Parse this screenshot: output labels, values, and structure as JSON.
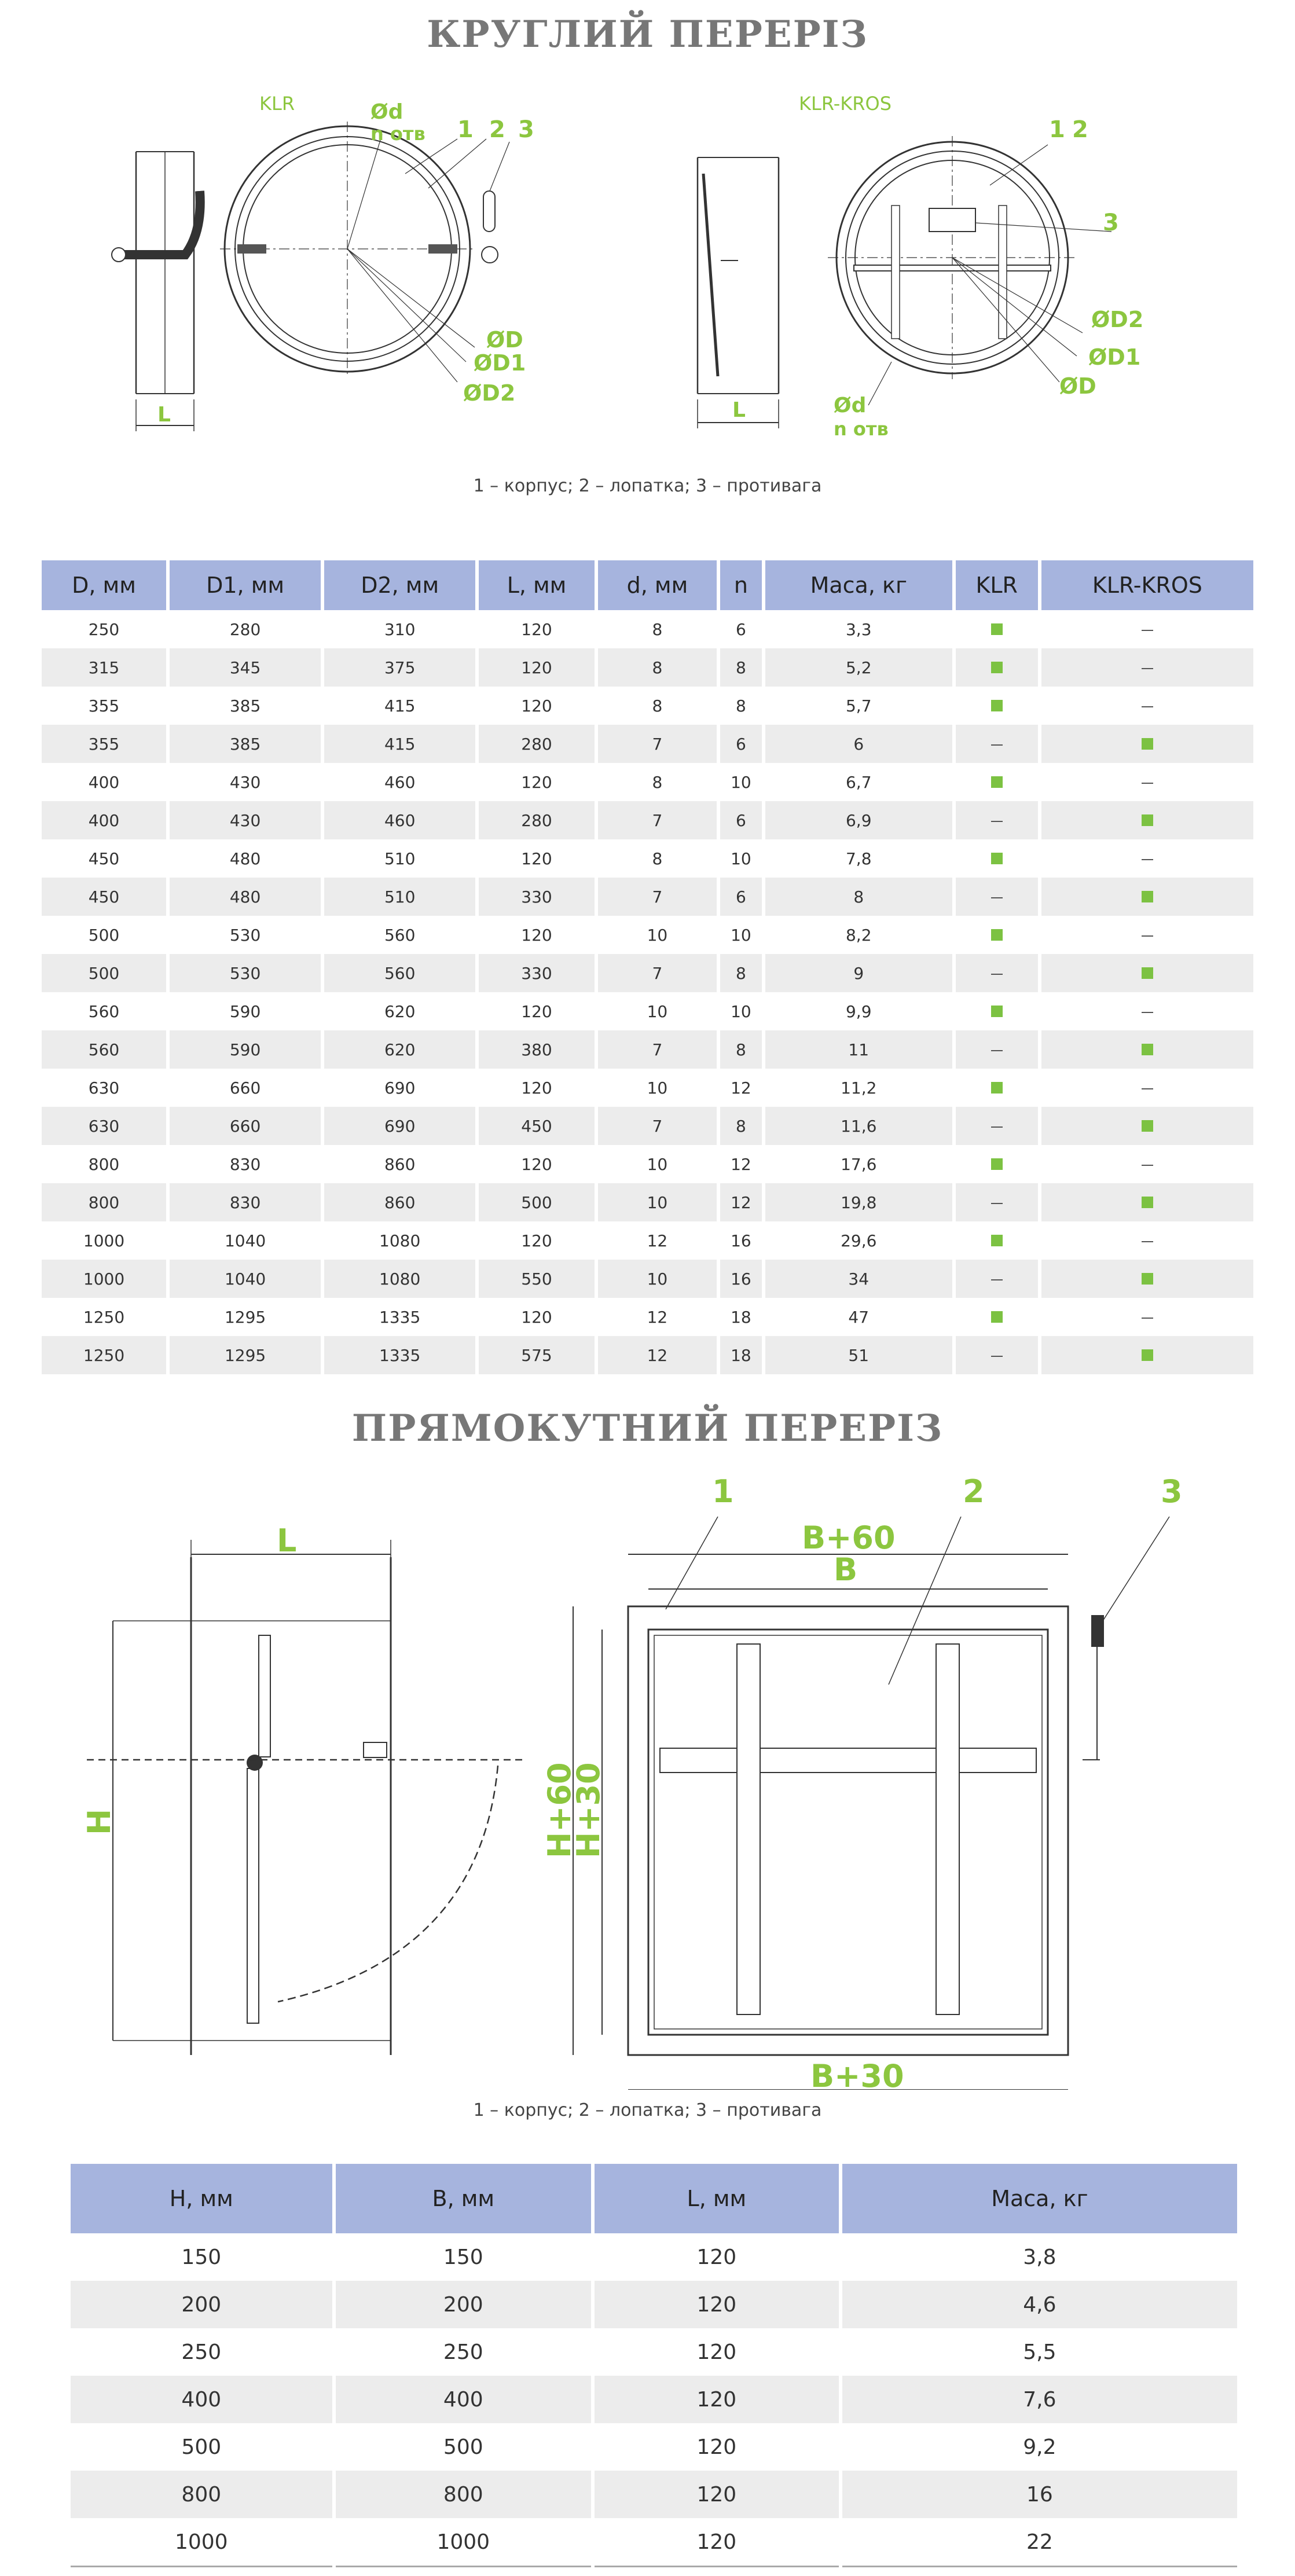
{
  "round": {
    "title": "КРУГЛИЙ ПЕРЕРІЗ",
    "label_klr": "KLR",
    "label_kros": "KLR-KROS",
    "caption": "1 – корпус; 2 – лопатка; 3 – противага",
    "callouts": {
      "d_otv": "Ød",
      "n_otv": "n отв",
      "n1": "1",
      "n2": "2",
      "n3": "3",
      "D": "ØD",
      "D1": "ØD1",
      "D2": "ØD2",
      "L": "L"
    },
    "headers": [
      "D, мм",
      "D1, мм",
      "D2, мм",
      "L, мм",
      "d, мм",
      "n",
      "Маса, кг",
      "KLR",
      "KLR-KROS"
    ],
    "rows": [
      [
        "250",
        "280",
        "310",
        "120",
        "8",
        "6",
        "3,3",
        "yes",
        "no"
      ],
      [
        "315",
        "345",
        "375",
        "120",
        "8",
        "8",
        "5,2",
        "yes",
        "no"
      ],
      [
        "355",
        "385",
        "415",
        "120",
        "8",
        "8",
        "5,7",
        "yes",
        "no"
      ],
      [
        "355",
        "385",
        "415",
        "280",
        "7",
        "6",
        "6",
        "no",
        "yes"
      ],
      [
        "400",
        "430",
        "460",
        "120",
        "8",
        "10",
        "6,7",
        "yes",
        "no"
      ],
      [
        "400",
        "430",
        "460",
        "280",
        "7",
        "6",
        "6,9",
        "no",
        "yes"
      ],
      [
        "450",
        "480",
        "510",
        "120",
        "8",
        "10",
        "7,8",
        "yes",
        "no"
      ],
      [
        "450",
        "480",
        "510",
        "330",
        "7",
        "6",
        "8",
        "no",
        "yes"
      ],
      [
        "500",
        "530",
        "560",
        "120",
        "10",
        "10",
        "8,2",
        "yes",
        "no"
      ],
      [
        "500",
        "530",
        "560",
        "330",
        "7",
        "8",
        "9",
        "no",
        "yes"
      ],
      [
        "560",
        "590",
        "620",
        "120",
        "10",
        "10",
        "9,9",
        "yes",
        "no"
      ],
      [
        "560",
        "590",
        "620",
        "380",
        "7",
        "8",
        "11",
        "no",
        "yes"
      ],
      [
        "630",
        "660",
        "690",
        "120",
        "10",
        "12",
        "11,2",
        "yes",
        "no"
      ],
      [
        "630",
        "660",
        "690",
        "450",
        "7",
        "8",
        "11,6",
        "no",
        "yes"
      ],
      [
        "800",
        "830",
        "860",
        "120",
        "10",
        "12",
        "17,6",
        "yes",
        "no"
      ],
      [
        "800",
        "830",
        "860",
        "500",
        "10",
        "12",
        "19,8",
        "no",
        "yes"
      ],
      [
        "1000",
        "1040",
        "1080",
        "120",
        "12",
        "16",
        "29,6",
        "yes",
        "no"
      ],
      [
        "1000",
        "1040",
        "1080",
        "550",
        "10",
        "16",
        "34",
        "no",
        "yes"
      ],
      [
        "1250",
        "1295",
        "1335",
        "120",
        "12",
        "18",
        "47",
        "yes",
        "no"
      ],
      [
        "1250",
        "1295",
        "1335",
        "575",
        "12",
        "18",
        "51",
        "no",
        "yes"
      ]
    ]
  },
  "rect": {
    "title": "ПРЯМОКУТНИЙ ПЕРЕРІЗ",
    "caption": "1 – корпус; 2 – лопатка; 3 – противага",
    "callouts": {
      "L": "L",
      "H": "H",
      "H60": "H+60",
      "H30": "H+30",
      "B60": "B+60",
      "B": "B",
      "B30": "B+30",
      "n1": "1",
      "n2": "2",
      "n3": "3"
    },
    "headers": [
      "H, мм",
      "B, мм",
      "L, мм",
      "Маса, кг"
    ],
    "rows": [
      [
        "150",
        "150",
        "120",
        "3,8"
      ],
      [
        "200",
        "200",
        "120",
        "4,6"
      ],
      [
        "250",
        "250",
        "120",
        "5,5"
      ],
      [
        "400",
        "400",
        "120",
        "7,6"
      ],
      [
        "500",
        "500",
        "120",
        "9,2"
      ],
      [
        "800",
        "800",
        "120",
        "16"
      ],
      [
        "1000",
        "1000",
        "120",
        "22"
      ]
    ]
  },
  "colors": {
    "accent": "#8cc63f",
    "header_bg": "#a6b4de",
    "stripe": "#ececec",
    "marker": "#7cc242"
  }
}
